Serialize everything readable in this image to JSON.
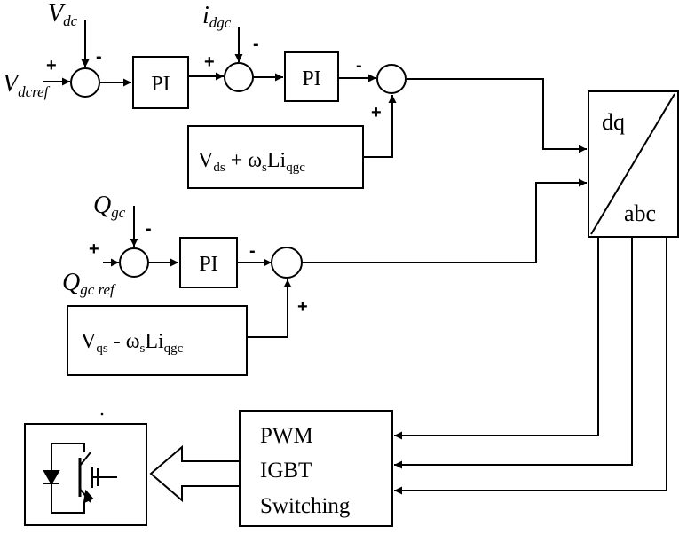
{
  "signals": {
    "vdc": {
      "main": "V",
      "sub": "dc"
    },
    "vdcref": {
      "main": "V",
      "sub": "dcref"
    },
    "idgc": {
      "main": "i",
      "sub": "dgc"
    },
    "qgc": {
      "main": "Q",
      "sub": "gc"
    },
    "qgcref": {
      "main": "Q",
      "sub": "gc ref"
    }
  },
  "blocks": {
    "pi_label": "PI",
    "vds_expr": {
      "v": "V",
      "v_sub": "ds",
      "plus": " + ",
      "omega": "ω",
      "omega_sub": "s",
      "li": "Li",
      "i_sub": "qgc"
    },
    "vqs_expr": {
      "v": "V",
      "v_sub": "qs",
      "minus": " - ",
      "omega": "ω",
      "omega_sub": "s",
      "li": "Li",
      "i_sub": "qgc"
    },
    "transform_top": "dq",
    "transform_bottom": "abc",
    "pwm_lines": [
      "PWM",
      "IGBT",
      "Switching"
    ]
  },
  "signs": {
    "plus": "+",
    "minus": "-"
  },
  "colors": {
    "line": "#000000",
    "background": "#ffffff"
  },
  "icons": [
    "igbt-switch-icon",
    "hollow-arrow-icon"
  ]
}
